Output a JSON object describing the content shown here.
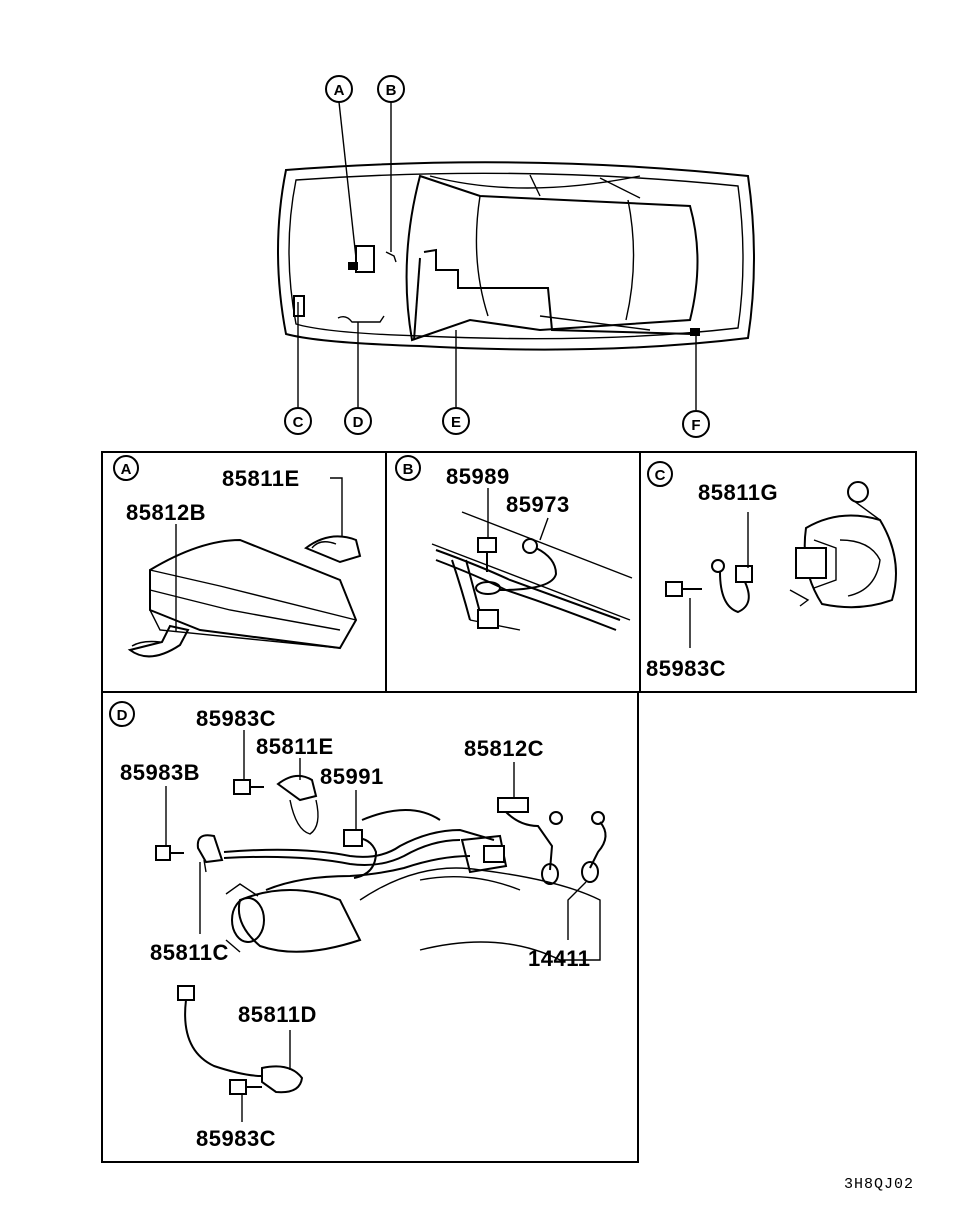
{
  "diagram": {
    "overview_callouts": [
      "A",
      "B",
      "C",
      "D",
      "E",
      "F"
    ],
    "panels": {
      "A": {
        "label": "A",
        "parts": [
          "85811E",
          "85812B"
        ]
      },
      "B": {
        "label": "B",
        "parts": [
          "85989",
          "85973"
        ]
      },
      "C": {
        "label": "C",
        "parts": [
          "85811G",
          "85983C"
        ]
      },
      "D": {
        "label": "D",
        "parts": [
          "85983C",
          "85811E",
          "85983B",
          "85991",
          "85812C",
          "85811C",
          "14411",
          "85811D",
          "85983C"
        ]
      }
    },
    "figure_code": "3H8QJ02"
  }
}
